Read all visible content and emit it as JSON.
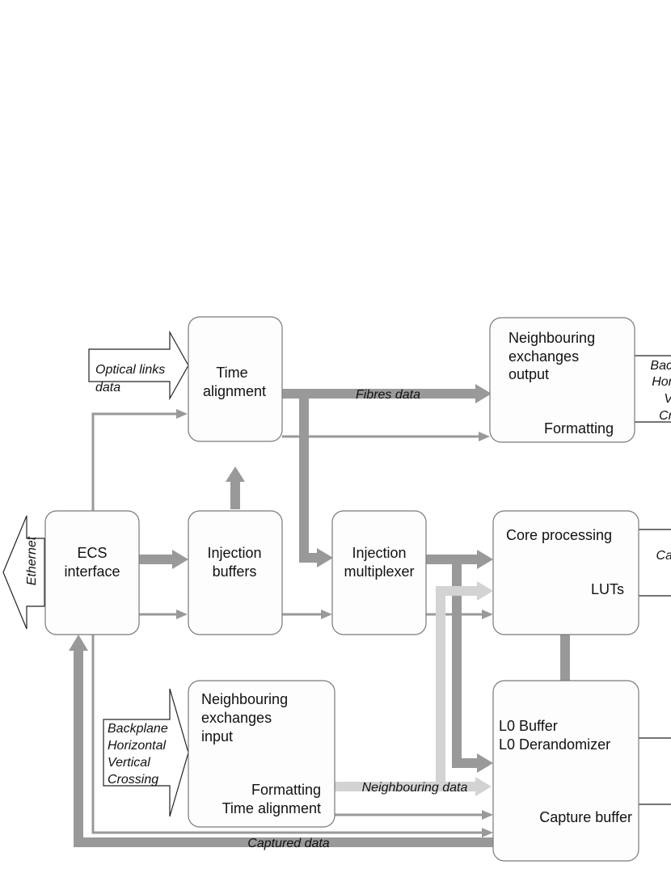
{
  "blocks": {
    "time_alignment": [
      "Time",
      "alignment"
    ],
    "nb_output": [
      "Neighbouring",
      "exchanges",
      "output",
      "Formatting"
    ],
    "ecs": [
      "ECS",
      "interface"
    ],
    "inj_buffers": [
      "Injection",
      "buffers"
    ],
    "inj_mux": [
      "Injection",
      "multiplexer"
    ],
    "core": [
      "Core processing",
      "LUTs"
    ],
    "nb_input": [
      "Neighbouring",
      "exchanges",
      "input",
      "Formatting",
      "Time alignment"
    ],
    "l0": [
      "L0 Buffer",
      "L0 Derandomizer",
      "Capture buffer"
    ]
  },
  "inputs": {
    "optical": [
      "Optical links",
      "data"
    ],
    "backplane_in": [
      "Backplane",
      "Horizontal",
      "Vertical",
      "Crossing"
    ],
    "ethernet": "Ethernet"
  },
  "outputs": {
    "backplane_out": [
      "Bac",
      "Hor",
      "V",
      "Cr"
    ],
    "core_out": "Ca"
  },
  "flows": {
    "fibres": "Fibres data",
    "neighbouring": "Neighbouring data",
    "captured": "Captured data"
  },
  "colors": {
    "arrow": "#999999",
    "arrow_light": "#d3d3d3",
    "box_fill": "#fdfdfd",
    "box_stroke": "#7a7a7a"
  }
}
